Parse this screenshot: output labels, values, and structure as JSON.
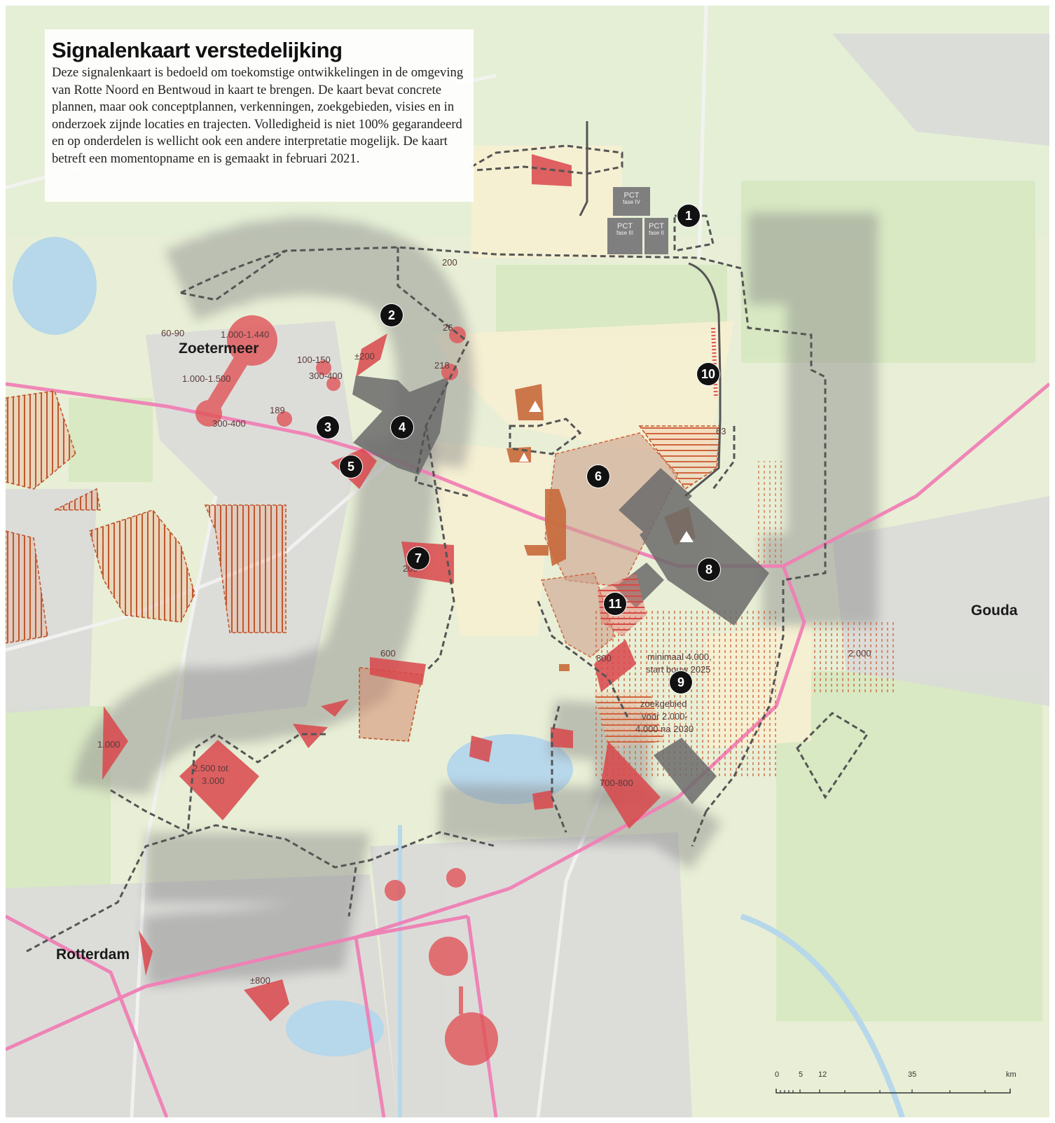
{
  "info": {
    "title": "Signalenkaart verstedelijking",
    "text": "Deze signalenkaart is bedoeld om toekomstige ontwikkelingen in de omgeving van Rotte Noord en Bentwoud in kaart te brengen. De kaart bevat concrete plannen, maar ook conceptplannen, verkenningen, zoekgebieden, visies en in onderzoek zijnde locaties en trajecten. Volledigheid is niet 100% gegarandeerd en op onderdelen is wellicht ook een andere interpretatie mogelijk. De kaart betreft een momentopname en is gemaakt in februari 2021."
  },
  "places": {
    "zoetermeer": "Zoetermeer",
    "rotterdam": "Rotterdam",
    "gouda": "Gouda"
  },
  "markers": [
    "1",
    "2",
    "3",
    "4",
    "5",
    "6",
    "7",
    "8",
    "9",
    "10",
    "11"
  ],
  "pct": {
    "fase_iv": {
      "name": "PCT",
      "phase": "fase IV"
    },
    "fase_iii": {
      "name": "PCT",
      "phase": "fase III"
    },
    "fase_ii": {
      "name": "PCT",
      "phase": "fase II"
    }
  },
  "labels": {
    "l200_top": "200",
    "l60_90": "60-90",
    "l1000_1440": "1.000-1.440",
    "l26": "26",
    "l200_pm": "±200",
    "l100_150": "100-150",
    "l218": "218",
    "l300_400_a": "300-400",
    "l1000_1500": "1.000-1.500",
    "l189": "189",
    "l300_400_b": "300-400",
    "l63": "63",
    "l200_seven": "200",
    "l600": "600",
    "l800": "800",
    "l4000": "minimaal 4.000,",
    "l2025": "start bouw 2025",
    "l2000": "2.000",
    "lzoek1": "zoekgebied",
    "lzoek2": "voor 2.000-",
    "lzoek3": "4.000 na 2030",
    "l1000": "1.000",
    "l2500a": "2.500 tot",
    "l2500b": "3.000",
    "l700_800": "700-800",
    "l800_pm": "±800"
  },
  "scale": {
    "ticks": [
      "0",
      "5",
      "12",
      "35"
    ],
    "unit": "km"
  },
  "colors": {
    "plan_red": "#d9474b",
    "search_orange": "#c8693a",
    "concept_grey": "#6b6b6b",
    "boundary": "#555555",
    "rail": "#f07fb5",
    "land": "#e9f0d8"
  }
}
